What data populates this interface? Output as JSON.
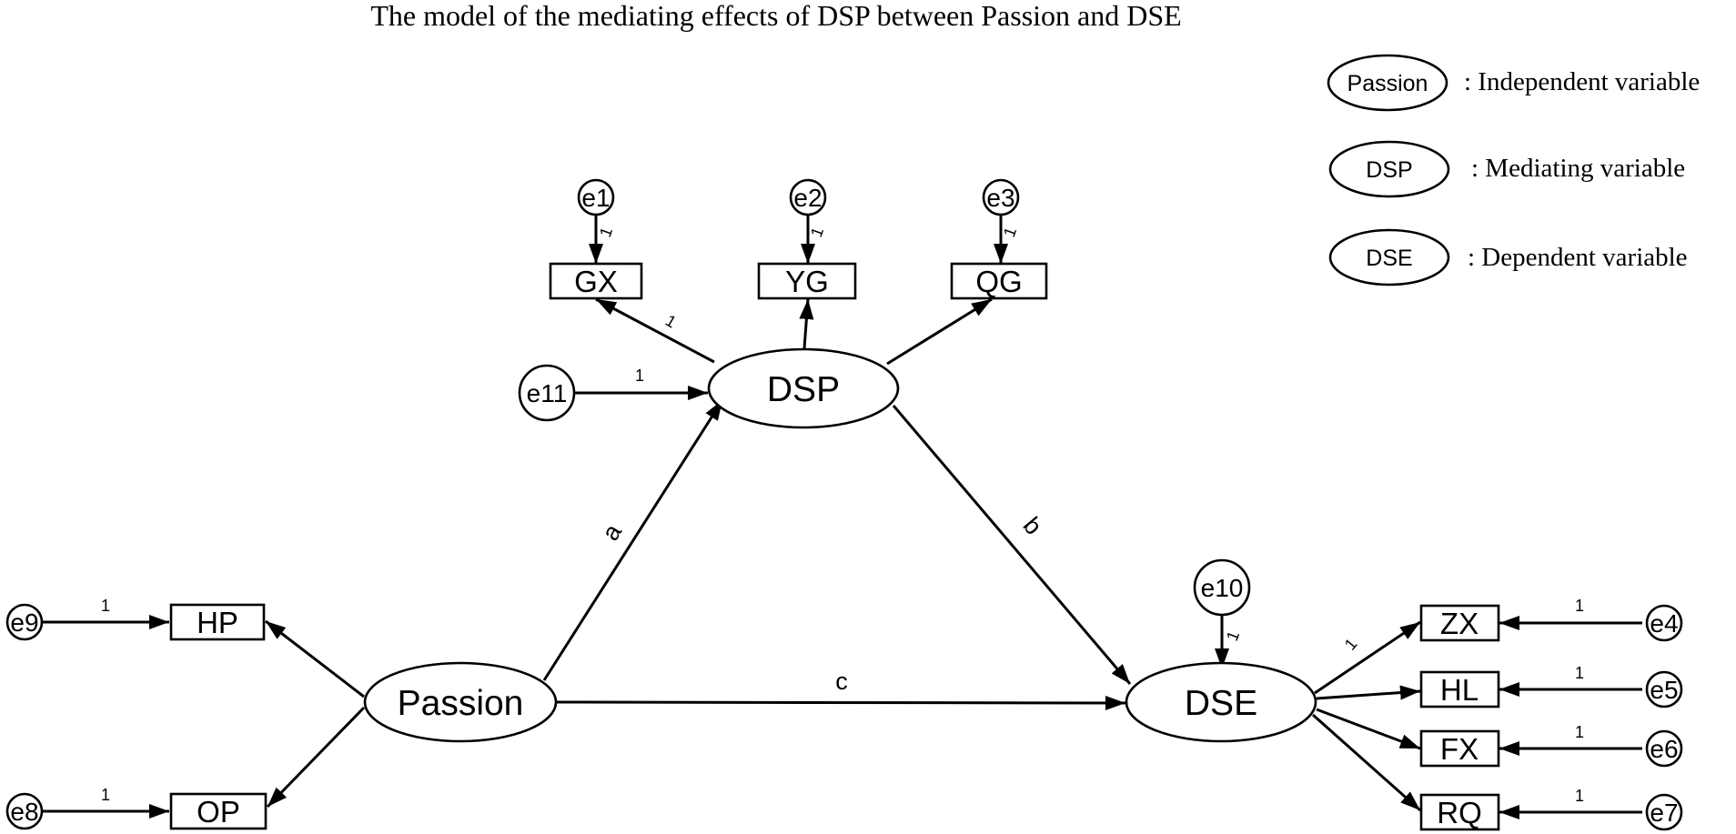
{
  "title": "The model of the mediating effects of DSP between Passion and DSE",
  "legend": [
    {
      "node": "Passion",
      "desc": ": Independent variable"
    },
    {
      "node": "DSP",
      "desc": ": Mediating variable"
    },
    {
      "node": "DSE",
      "desc": ": Dependent variable"
    }
  ],
  "latent": {
    "passion": "Passion",
    "dsp": "DSP",
    "dse": "DSE"
  },
  "indicators": {
    "gx": "GX",
    "yg": "YG",
    "qg": "QG",
    "hp": "HP",
    "op": "OP",
    "zx": "ZX",
    "hl": "HL",
    "fx": "FX",
    "rq": "RQ"
  },
  "errors": {
    "e1": "e1",
    "e2": "e2",
    "e3": "e3",
    "e4": "e4",
    "e5": "e5",
    "e6": "e6",
    "e7": "e7",
    "e8": "e8",
    "e9": "e9",
    "e10": "e10",
    "e11": "e11"
  },
  "paths": {
    "a": "a",
    "b": "b",
    "c": "c"
  },
  "weights": {
    "e1_gx": "1",
    "e2_yg": "1",
    "e3_qg": "1",
    "dsp_gx": "1",
    "e11_dsp": "1",
    "e9_hp": "1",
    "e8_op": "1",
    "e10_dse": "1",
    "dse_zx": "1",
    "e4_zx": "1",
    "e5_hl": "1",
    "e6_fx": "1",
    "e7_rq": "1"
  }
}
